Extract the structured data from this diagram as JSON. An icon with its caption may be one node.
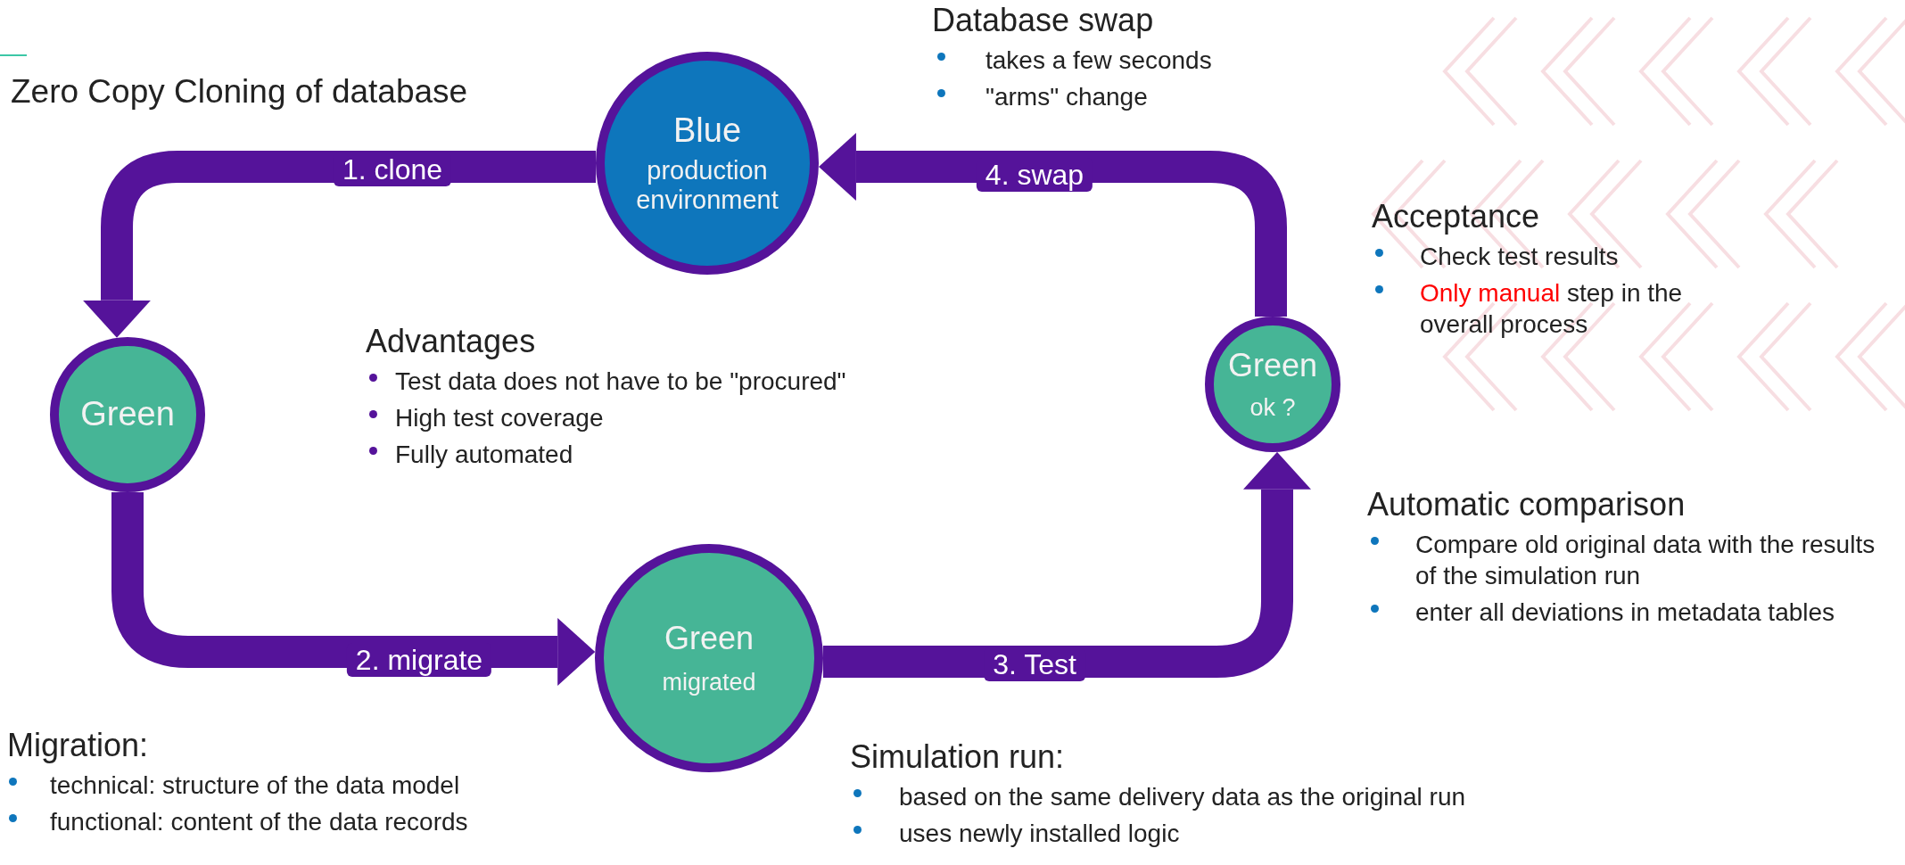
{
  "diagram": {
    "title": "Zero Copy Cloning of database",
    "nodes": [
      {
        "text": [
          "Blue",
          "production environment"
        ]
      },
      {
        "text": [
          "Green"
        ]
      },
      {
        "text": [
          "Green",
          "migrated"
        ]
      },
      {
        "text": [
          "Green",
          "ok ?"
        ]
      }
    ],
    "edges": [
      {
        "from": 0,
        "to": 1,
        "arrow": "to",
        "label": "1. clone"
      },
      {
        "from": 1,
        "to": 2,
        "arrow": "to",
        "label": "2. migrate"
      },
      {
        "from": 2,
        "to": 3,
        "arrow": "to",
        "label": "3. Test"
      },
      {
        "from": 3,
        "to": 0,
        "arrow": "to",
        "label": "4. swap"
      }
    ],
    "labels": [
      "Database swap",
      "takes a few seconds",
      "\"arms\" change",
      "Acceptance",
      "Check test results",
      "**Only manual** step in the overall process",
      "Advantages",
      "Test data does not have to be \"procured\"",
      "High test coverage",
      "Fully automated",
      "Automatic comparison",
      "Compare old original data with the results of the simulation run",
      "enter all deviations in metadata tables",
      "Migration:",
      "technical: structure of the data model",
      "functional: content of the data records",
      "Simulation run:",
      "based on the same delivery data as the original run",
      "uses newly installed logic"
    ]
  }
}
